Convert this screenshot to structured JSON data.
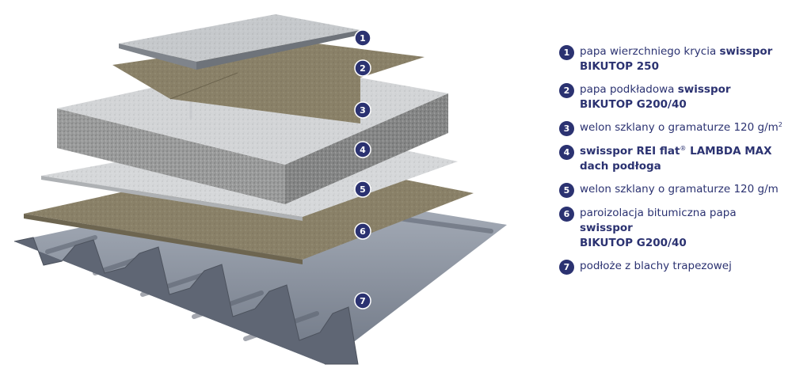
{
  "colors": {
    "accent": "#2b3271",
    "steel": "#8d95a3",
    "membrane": "#d6d8da",
    "felt": "#8a8168",
    "insulation": "#9b9c9c",
    "top_cap": "#c6c9cc"
  },
  "layers": [
    {
      "num": "1",
      "text": [
        {
          "t": "papa wierzchniego krycia "
        },
        {
          "t": "swisspor",
          "b": true
        },
        {
          "br": true
        },
        {
          "t": "BIKUTOP 250",
          "b": true
        }
      ]
    },
    {
      "num": "2",
      "text": [
        {
          "t": "papa podkładowa "
        },
        {
          "t": "swisspor",
          "b": true
        },
        {
          "br": true
        },
        {
          "t": "BIKUTOP G200/40",
          "b": true
        }
      ]
    },
    {
      "num": "3",
      "text": [
        {
          "t": "welon szklany o gramaturze 120 g/m"
        },
        {
          "t": "2",
          "sup": true
        }
      ]
    },
    {
      "num": "4",
      "text": [
        {
          "t": "swisspor REI flat",
          "b": true
        },
        {
          "t": "®",
          "sup": true
        },
        {
          "t": " LAMBDA MAX",
          "b": true
        },
        {
          "br": true
        },
        {
          "t": "dach podłoga",
          "b": true
        }
      ]
    },
    {
      "num": "5",
      "text": [
        {
          "t": "welon szklany o gramaturze 120 g/m"
        }
      ]
    },
    {
      "num": "6",
      "text": [
        {
          "t": "paroizolacja bitumiczna papa "
        },
        {
          "t": "swisspor",
          "b": true
        },
        {
          "br": true
        },
        {
          "t": "BIKUTOP G200/40",
          "b": true
        }
      ]
    },
    {
      "num": "7",
      "text": [
        {
          "t": "podłoże z blachy trapezowej"
        }
      ]
    }
  ]
}
